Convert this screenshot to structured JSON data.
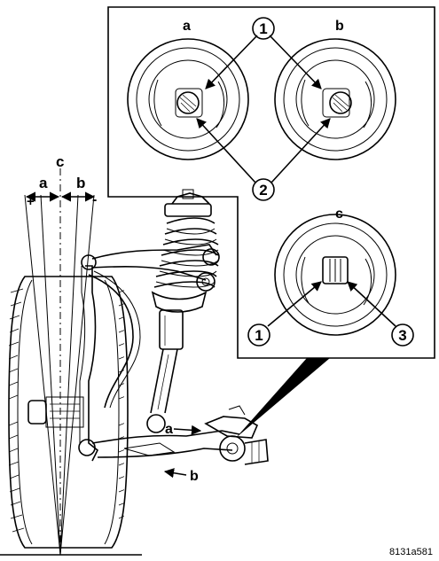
{
  "inset_panel": {
    "view_a_label": "a",
    "view_b_label": "b",
    "view_c_label": "c",
    "callout_top": "1",
    "callout_middle": "2",
    "callout_bottom_left": "1",
    "callout_bottom_right": "3"
  },
  "alignment_angles": {
    "label_c": "c",
    "label_a": "a",
    "label_b": "b",
    "plus_sign": "+",
    "minus_sign": "-"
  },
  "suspension": {
    "arrow_a_label": "a",
    "arrow_b_label": "b"
  },
  "figure_code": "8131a581",
  "colors": {
    "ink": "#000000",
    "paper": "#ffffff"
  }
}
